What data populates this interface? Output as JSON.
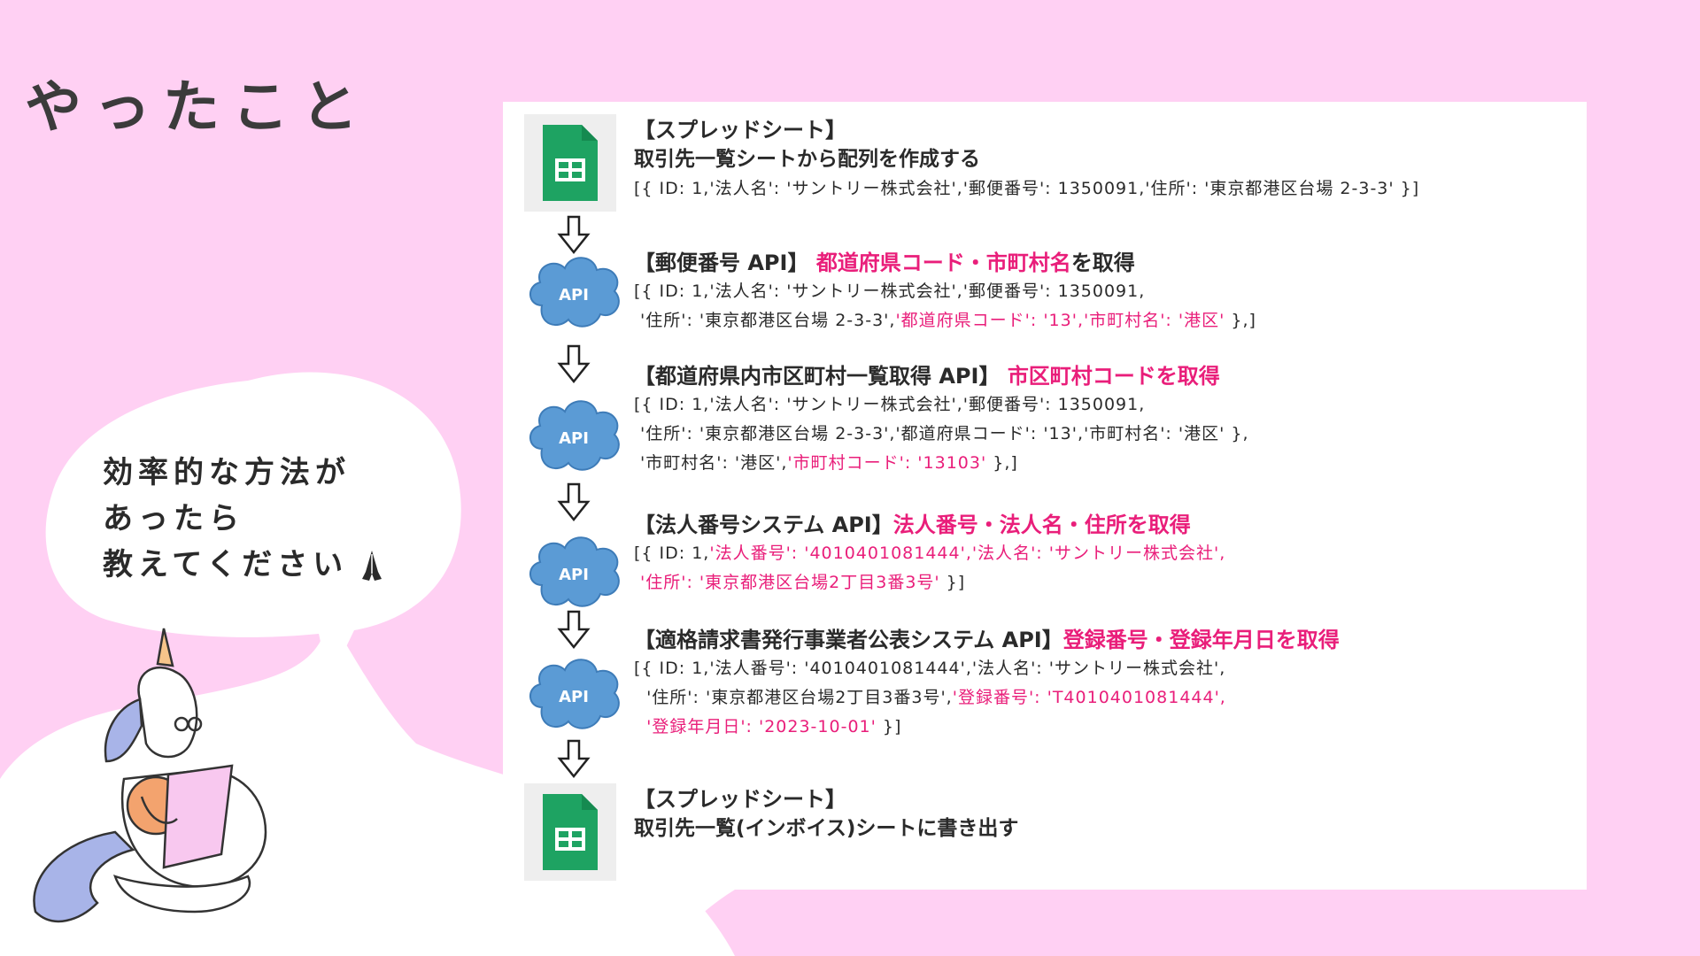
{
  "title": "やったこと",
  "bubble": {
    "line1": "効率的な方法が",
    "line2": "あったら",
    "line3": "教えてください"
  },
  "icons": {
    "spreadsheet": "google-sheets-icon",
    "api": "api-cloud-icon",
    "arrow": "down-arrow-icon",
    "pray": "praying-hands-icon",
    "mascot": "unicorn-reading-illustration"
  },
  "colors": {
    "background": "#ffd0f3",
    "highlight": "#e91e7a",
    "sheet_green": "#1ea362",
    "cloud_blue": "#5b9bd5"
  },
  "steps": [
    {
      "icon_label": "",
      "heading": "【スプレッドシート】",
      "heading_hl": "",
      "heading_tail": "",
      "sub": "取引先一覧シートから配列を作成する",
      "lines": [
        [
          {
            "t": "[{ ID: 1,'法人名': 'サントリー株式会社','郵便番号': 1350091,'住所': '東京都港区台場 2-3-3' }]",
            "hl": false
          }
        ]
      ]
    },
    {
      "icon_label": "API",
      "heading": "【郵便番号 API】 ",
      "heading_hl": "都道府県コード・市町村名",
      "heading_tail": "を取得",
      "sub": "",
      "lines": [
        [
          {
            "t": "[{ ID: 1,'法人名': 'サントリー株式会社','郵便番号': 1350091,",
            "hl": false
          }
        ],
        [
          {
            "t": " '住所': '東京都港区台場 2-3-3',",
            "hl": false
          },
          {
            "t": "'都道府県コード': '13','市町村名': '港区'",
            "hl": true
          },
          {
            "t": " },]",
            "hl": false
          }
        ]
      ]
    },
    {
      "icon_label": "API",
      "heading": "【都道府県内市区町村一覧取得 API】 ",
      "heading_hl": "市区町村コードを取得",
      "heading_tail": "",
      "sub": "",
      "lines": [
        [
          {
            "t": "[{ ID: 1,'法人名': 'サントリー株式会社','郵便番号': 1350091,",
            "hl": false
          }
        ],
        [
          {
            "t": " '住所': '東京都港区台場 2-3-3','都道府県コード': '13','市町村名': '港区' },",
            "hl": false
          }
        ],
        [
          {
            "t": " '市町村名': '港区',",
            "hl": false
          },
          {
            "t": "'市町村コード': '13103'",
            "hl": true
          },
          {
            "t": " },]",
            "hl": false
          }
        ]
      ]
    },
    {
      "icon_label": "API",
      "heading": "【法人番号システム API】",
      "heading_hl": "法人番号・法人名・住所を取得",
      "heading_tail": "",
      "sub": "",
      "lines": [
        [
          {
            "t": "[{ ID: 1,",
            "hl": false
          },
          {
            "t": "'法人番号': '4010401081444','法人名': 'サントリー株式会社',",
            "hl": true
          }
        ],
        [
          {
            "t": " '住所': '東京都港区台場2丁目3番3号'",
            "hl": true
          },
          {
            "t": " }]",
            "hl": false
          }
        ]
      ]
    },
    {
      "icon_label": "API",
      "heading": "【適格請求書発行事業者公表システム API】",
      "heading_hl": "登録番号・登録年月日を取得",
      "heading_tail": "",
      "sub": "",
      "lines": [
        [
          {
            "t": "[{ ID: 1,'法人番号': '4010401081444','法人名': 'サントリー株式会社',",
            "hl": false
          }
        ],
        [
          {
            "t": "  '住所': '東京都港区台場2丁目3番3号',",
            "hl": false
          },
          {
            "t": "'登録番号': 'T4010401081444',",
            "hl": true
          }
        ],
        [
          {
            "t": "  ",
            "hl": false
          },
          {
            "t": "'登録年月日': '2023-10-01'",
            "hl": true
          },
          {
            "t": " }]",
            "hl": false
          }
        ]
      ]
    },
    {
      "icon_label": "",
      "heading": "【スプレッドシート】",
      "heading_hl": "",
      "heading_tail": "",
      "sub": "取引先一覧(インボイス)シートに書き出す",
      "lines": []
    }
  ]
}
